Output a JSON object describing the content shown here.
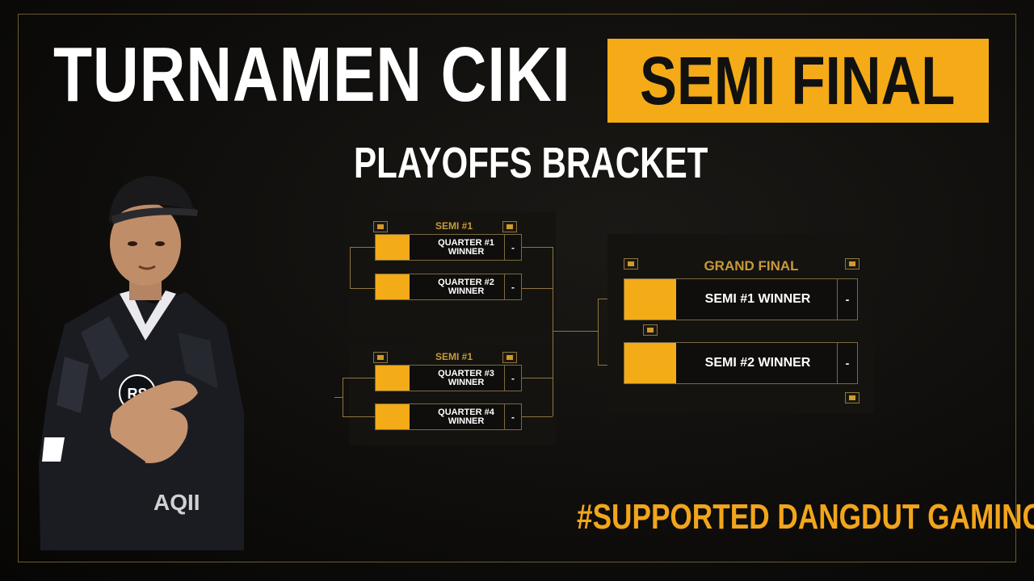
{
  "header": {
    "title": "TURNAMEN CIKI",
    "stage": "SEMI FINAL",
    "subtitle": "PLAYOFFS BRACKET"
  },
  "footer": {
    "tag": "#SUPPORTED DANGDUT GAMING"
  },
  "bracket": {
    "semi_a": {
      "label": "SEMI #1",
      "slots": [
        {
          "name": "QUARTER #1\nWINNER",
          "score": "-"
        },
        {
          "name": "QUARTER #2\nWINNER",
          "score": "-"
        }
      ]
    },
    "semi_b": {
      "label": "SEMI #1",
      "slots": [
        {
          "name": "QUARTER #3\nWINNER",
          "score": "-"
        },
        {
          "name": "QUARTER #4\nWINNER",
          "score": "-"
        }
      ]
    },
    "grand_final": {
      "label": "GRAND FINAL",
      "slots": [
        {
          "name": "SEMI #1 WINNER",
          "score": "-"
        },
        {
          "name": "SEMI #2 WINNER",
          "score": "-"
        }
      ]
    }
  },
  "colors": {
    "accent": "#f5ab17",
    "bracket_line": "#8e7540",
    "background": "#0c0b09"
  }
}
